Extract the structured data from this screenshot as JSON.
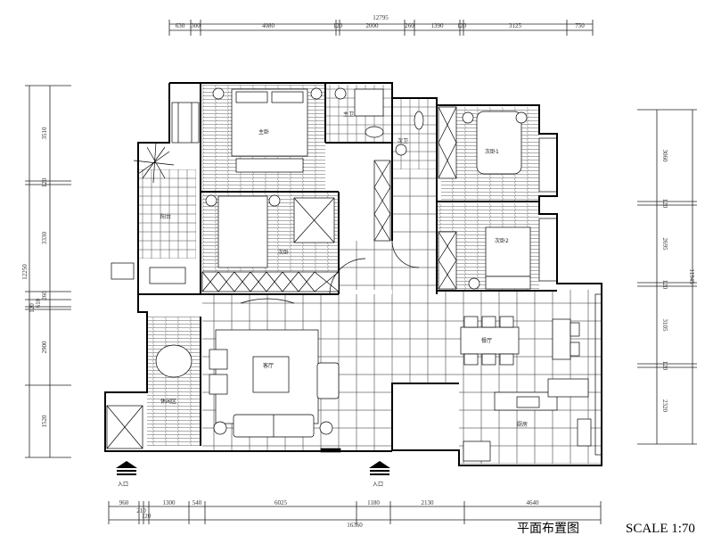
{
  "drawing": {
    "title": "平面布置图",
    "scale_label": "SCALE 1:70",
    "colors": {
      "line": "#000000",
      "hatch": "#777777",
      "background": "#ffffff"
    }
  },
  "dimensions": {
    "top_total": "12795",
    "top_segments": [
      "630",
      "300",
      "4080",
      "120",
      "2000",
      "260",
      "1390",
      "120",
      "3125",
      "750"
    ],
    "bottom_total": "16360",
    "bottom_segments": [
      "960",
      "210",
      "120",
      "1300",
      "540",
      "6025",
      "1180",
      "2130",
      "4640"
    ],
    "left_total": "12250",
    "left_segments": [
      "3510",
      "120",
      "3330",
      "260",
      "610",
      "120",
      "2900",
      "1520"
    ],
    "right_total": "11945",
    "right_segments": [
      "3060",
      "120",
      "2695",
      "120",
      "3105",
      "120",
      "2320"
    ]
  },
  "rooms": [
    {
      "name": "主卧"
    },
    {
      "name": "主卫"
    },
    {
      "name": "次卫"
    },
    {
      "name": "次卧1"
    },
    {
      "name": "次卧2"
    },
    {
      "name": "次卧"
    },
    {
      "name": "阳台"
    },
    {
      "name": "客厅"
    },
    {
      "name": "餐厅"
    },
    {
      "name": "厨房"
    },
    {
      "name": "休闲区"
    }
  ],
  "entrances": [
    {
      "label": "入口",
      "icon": "entry-arrow-icon"
    },
    {
      "label": "入口",
      "icon": "entry-arrow-icon"
    }
  ]
}
